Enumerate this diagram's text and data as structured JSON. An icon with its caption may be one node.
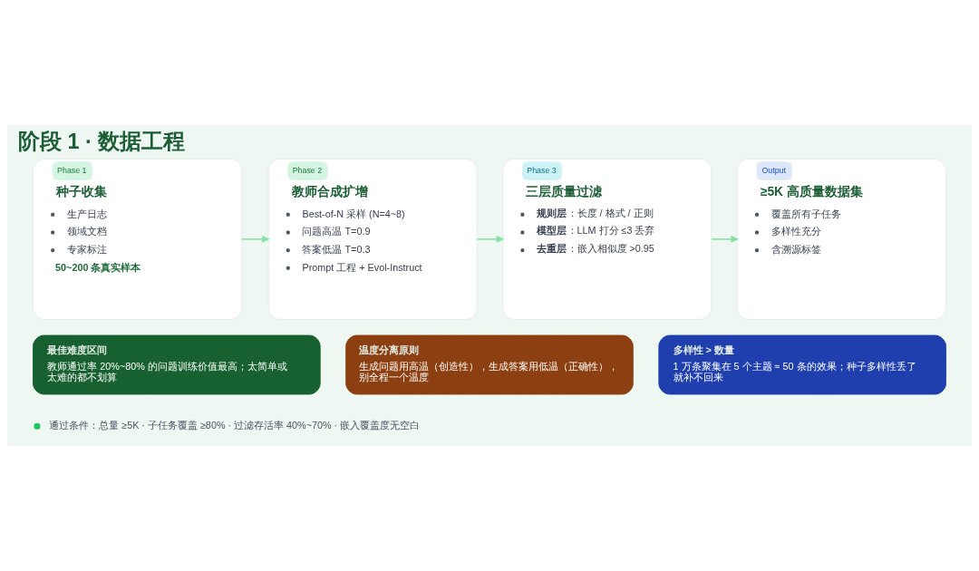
{
  "diagram": {
    "title": "阶段 1 · 数据工程",
    "nodes": [
      {
        "text": [
          "Phase 1",
          "种子收集",
          "生产日志",
          "领域文档",
          "专家标注",
          "50~200 条真实样本"
        ]
      },
      {
        "text": [
          "Phase 2",
          "教师合成扩增",
          "Best-of-N 采样 (N=4~8)",
          "问题高温 T=0.9",
          "答案低温 T=0.3",
          "Prompt 工程 + Evol-Instruct"
        ]
      },
      {
        "text": [
          "Phase 3",
          "三层质量过滤",
          "**规则层**：长度 / 格式 / 正则",
          "**模型层**：LLM 打分 ≤3 丢弃",
          "**去重层**：嵌入相似度 >0.95"
        ]
      },
      {
        "text": [
          "Output",
          "≥5K 高质量数据集",
          "覆盖所有子任务",
          "多样性充分",
          "含溯源标签"
        ]
      },
      {
        "text": [
          "最佳难度区间",
          "教师通过率 20%~80% 的问题训练价值最高；太简单或太难的都不划算"
        ]
      },
      {
        "text": [
          "温度分离原则",
          "生成问题用高温（创造性），生成答案用低温（正确性），别全程一个温度"
        ]
      },
      {
        "text": [
          "多样性 > 数量",
          "1 万条聚集在 5 个主题 ≈ 50 条的效果；种子多样性丢了就补不回来"
        ]
      }
    ],
    "edges": [
      {
        "from": 0,
        "to": 1,
        "arrow": "to"
      },
      {
        "from": 1,
        "to": 2,
        "arrow": "to"
      },
      {
        "from": 2,
        "to": 3,
        "arrow": "to"
      }
    ],
    "labels": [
      "通过条件：总量 ≥5K · 子任务覆盖 ≥80% · 过滤存活率 40%~70% · 嵌入覆盖度无空白"
    ]
  }
}
